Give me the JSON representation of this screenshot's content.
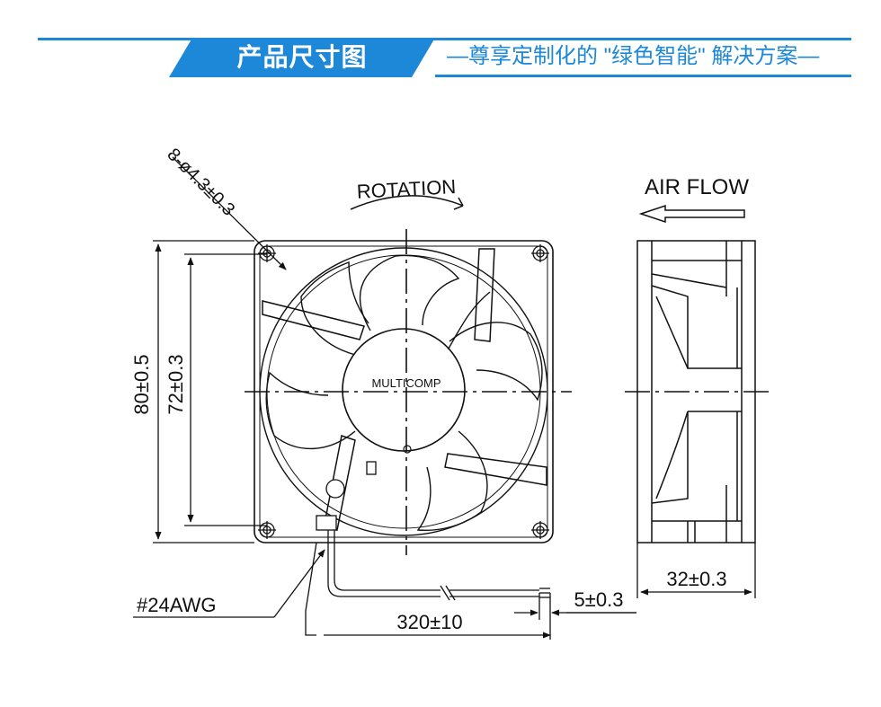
{
  "header": {
    "title": "产品尺寸图",
    "subtitle": "—尊享定制化的 \"绿色智能\" 解决方案—",
    "accent_color": "#1e88d8"
  },
  "drawing": {
    "rotation_label": "ROTATION",
    "airflow_label": "AIR FLOW",
    "brand_label": "MULTICOMP",
    "dimensions": {
      "holes": "8-ø4.3±0.3",
      "outer": "80±0.5",
      "hole_spacing": "72±0.3",
      "depth": "32±0.3",
      "strip": "5±0.3",
      "lead_length": "320±10",
      "wire_gauge": "#24AWG"
    }
  }
}
